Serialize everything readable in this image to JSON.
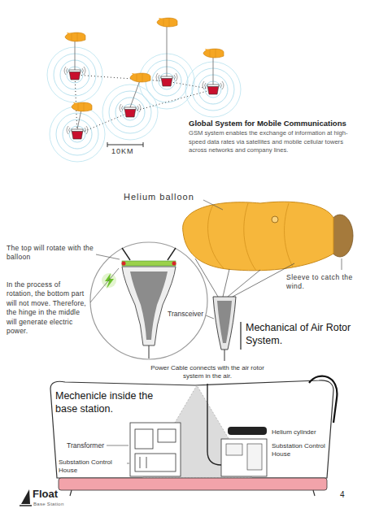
{
  "diagram": {
    "labels": [
      "10KM",
      "Global System for Mobile Communications",
      "GSM system enables the exchange of information at high-speed data rates via satellites and mobile cellular towers across networks and company lines.",
      "Helium balloon",
      "The top will rotate with the balloon",
      "Sleeve to catch the wind.",
      "Transceiver",
      "Mechanical of Air Rotor System.",
      "In the process of rotation, the bottom part will not move. Therefore, the hinge in the middle will generate electric power.",
      "Power Cable connects with the air rotor system in the air.",
      "Mechenicle inside the base station.",
      "Helium cylinder",
      "Transformer",
      "Substation Control House",
      "Substation Control House",
      "Float",
      "Base Station",
      "4"
    ]
  }
}
